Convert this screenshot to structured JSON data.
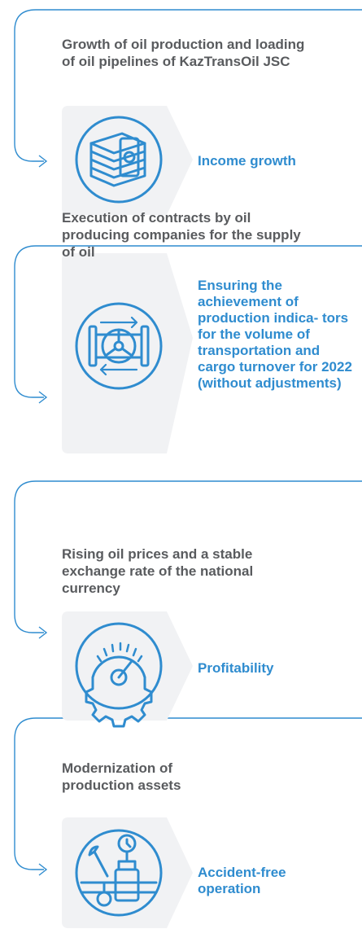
{
  "blocks": [
    {
      "title": "Growth of oil production and loading of oil pipelines of KazTransOil JSC",
      "outcome": "Income growth",
      "icon": "money-stack-icon"
    },
    {
      "title": "Execution of contracts by oil producing companies for the supply of oil",
      "outcome": "Ensuring the achievement of production indica- tors for the volume of transportation and cargo turnover for 2022 (without adjustments)",
      "icon": "pipeline-valve-icon"
    },
    {
      "title": "Rising oil prices and a stable exchange rate of the national currency",
      "outcome": "Profitability",
      "icon": "gauge-gear-icon"
    },
    {
      "title": "Modernization of production assets",
      "outcome": "Accident-free operation",
      "icon": "wrench-manometer-icon"
    }
  ],
  "colors": {
    "accent": "#2f8ccf",
    "text": "#595b5e",
    "box": "#f1f2f4"
  }
}
